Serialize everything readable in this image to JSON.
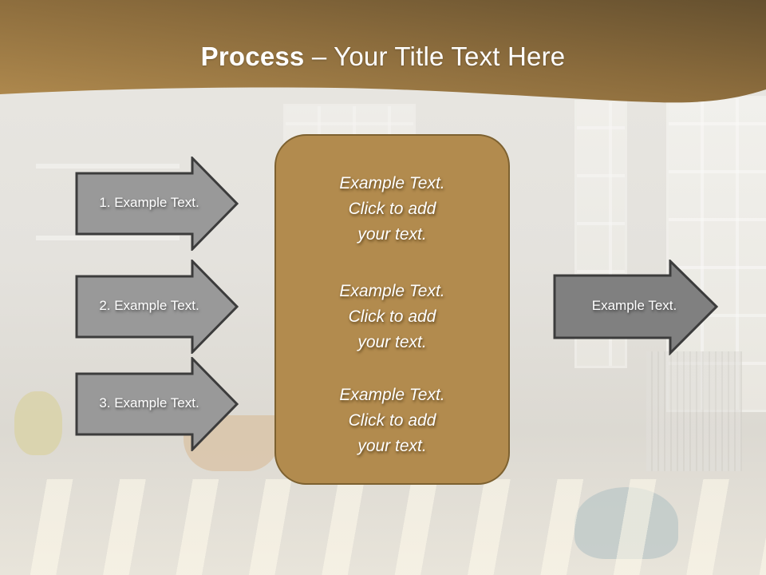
{
  "slide": {
    "title": {
      "bold": "Process",
      "rest": " – Your Title Text Here"
    },
    "left_arrows": [
      {
        "label": "1. Example Text."
      },
      {
        "label": "2. Example Text."
      },
      {
        "label": "3. Example Text."
      }
    ],
    "center_box": {
      "paragraphs": [
        {
          "line1": "Example Text.",
          "line2": "Click  to add",
          "line3": "your text."
        },
        {
          "line1": "Example Text.",
          "line2": "Click  to add",
          "line3": "your text."
        },
        {
          "line1": "Example Text.",
          "line2": "Click  to add",
          "line3": "your text."
        }
      ]
    },
    "right_arrow": {
      "label": "Example Text."
    },
    "colors": {
      "header_dark": "#6a5230",
      "header_light": "#b08a4e",
      "box_fill": "#b28b4e",
      "box_border": "#7d6130",
      "left_arrow_fill": "#999999",
      "right_arrow_fill": "#808080",
      "arrow_border": "#3c3c3c"
    }
  }
}
